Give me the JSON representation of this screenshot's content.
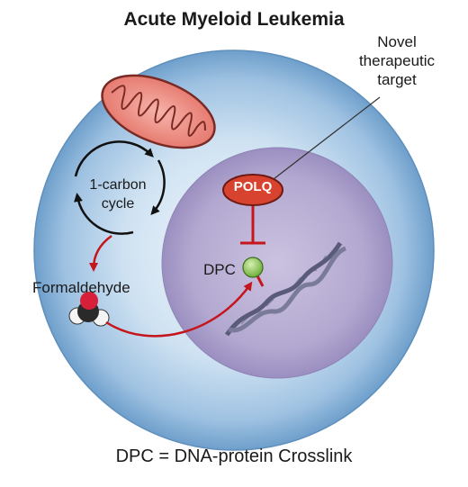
{
  "title": "Acute Myeloid Leukemia",
  "footer": "DPC = DNA-protein Crosslink",
  "labels": {
    "novel_line1": "Novel",
    "novel_line2": "therapeutic",
    "novel_line3": "target",
    "cycle_line1": "1-carbon",
    "cycle_line2": "cycle",
    "formaldehyde": "Formaldehyde",
    "dpc": "DPC",
    "polq": "POLQ"
  },
  "colors": {
    "cell_outer": "#b9d5ec",
    "cell_center": "#eaf3fa",
    "nucleus": "#b9afd3",
    "mitochondrion": "#ee8a80",
    "polq_fill": "#d8432f",
    "arrow_red": "#c4161c",
    "dpc_green": "#9ed36a",
    "dna": "#8a8aa6"
  },
  "icons": [
    "mitochondrion-icon",
    "formaldehyde-molecule-icon",
    "dna-helix-icon"
  ]
}
